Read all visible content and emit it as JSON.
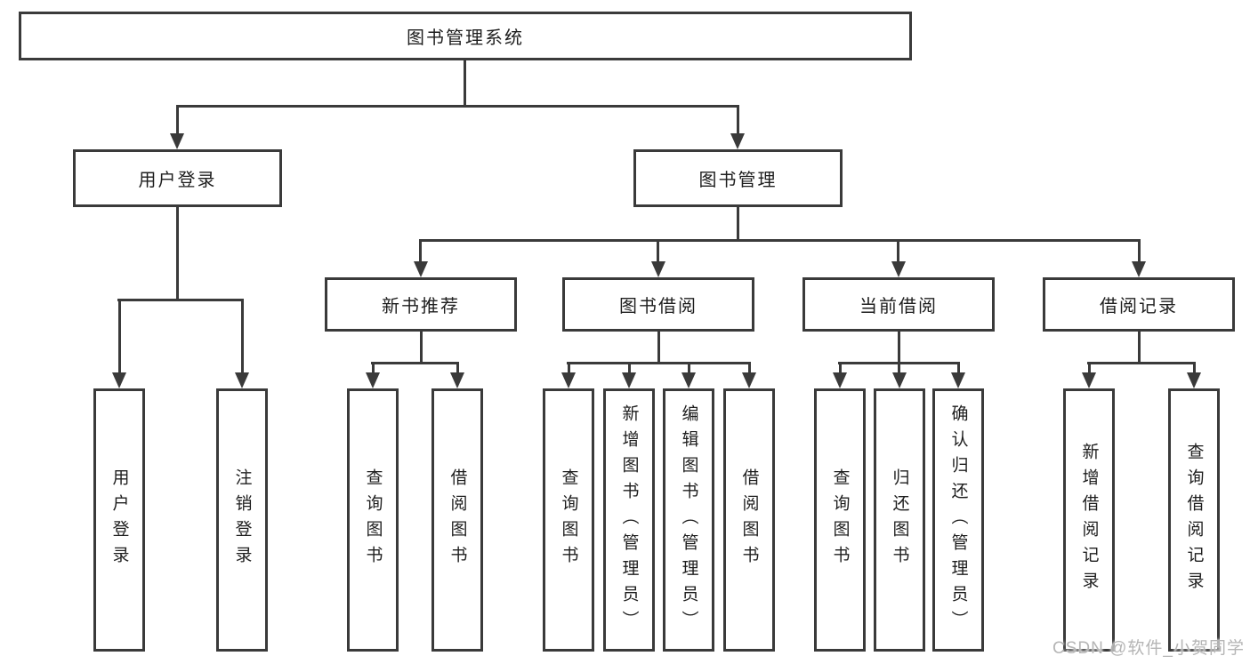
{
  "tree": {
    "root": {
      "label": "图书管理系统"
    },
    "level2": [
      {
        "label": "用户登录"
      },
      {
        "label": "图书管理"
      }
    ],
    "level3": [
      {
        "label": "新书推荐"
      },
      {
        "label": "图书借阅"
      },
      {
        "label": "当前借阅"
      },
      {
        "label": "借阅记录"
      }
    ],
    "leaves": {
      "user_login": [
        "用户登录",
        "注销登录"
      ],
      "new_books": [
        "查询图书",
        "借阅图书"
      ],
      "book_borrow": [
        "查询图书",
        "新增图书（管理员）",
        "编辑图书（管理员）",
        "借阅图书"
      ],
      "current_borrow": [
        "查询图书",
        "归还图书",
        "确认归还（管理员）"
      ],
      "borrow_records": [
        "新增借阅记录",
        "查询借阅记录"
      ]
    }
  },
  "watermark": {
    "text": "CSDN @软件_小贺同学"
  },
  "colors": {
    "line": "#3a3a3a",
    "text": "#1e1e1e",
    "watermark": "#b5b5b5",
    "background": "#ffffff"
  }
}
